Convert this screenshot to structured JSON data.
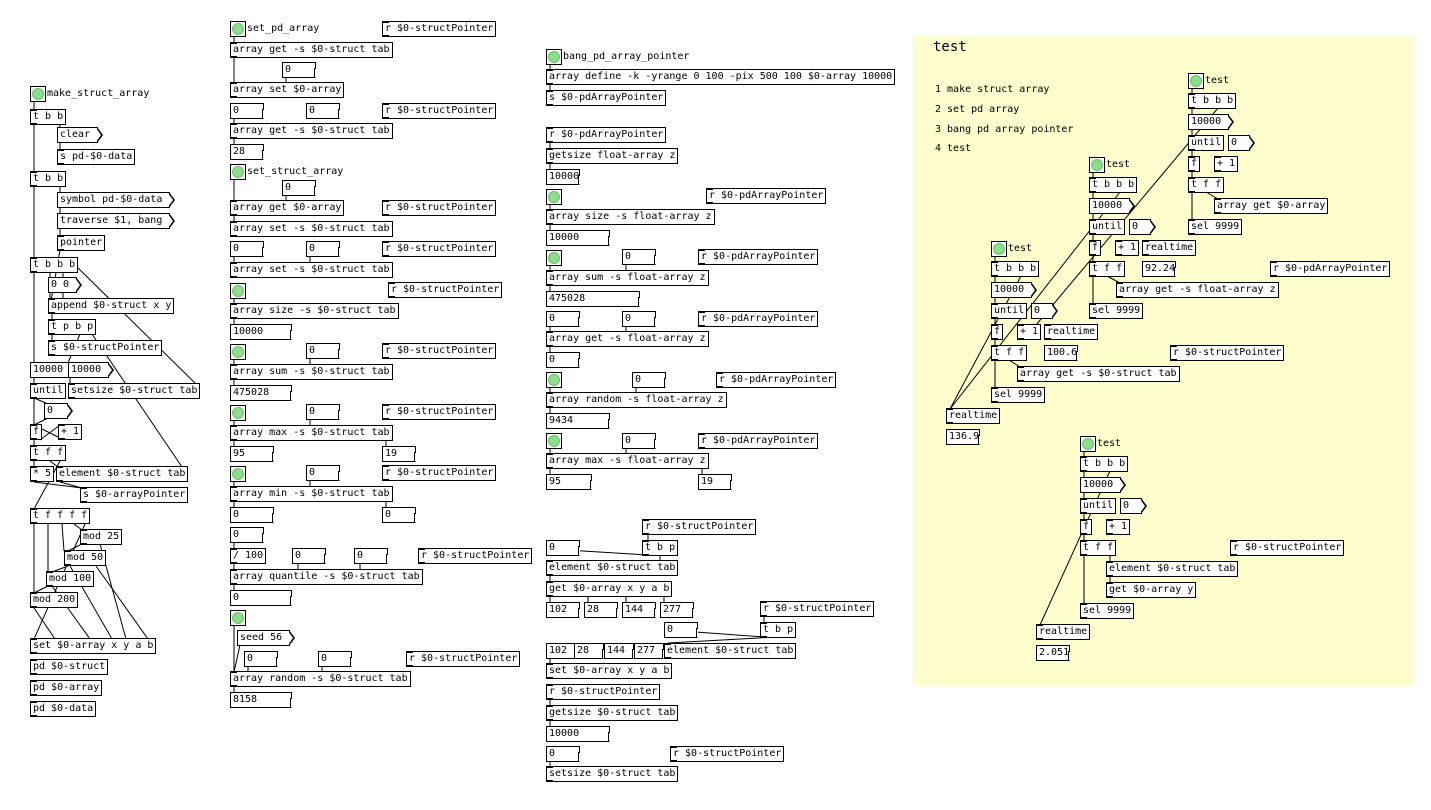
{
  "colors": {
    "canvas_bg": "#ffffff",
    "comment_bg": "#fdfdcd",
    "bang_fill": "#8fdc8f",
    "line": "#000000"
  },
  "labels": {
    "make_struct_array": "make_struct_array",
    "set_pd_array": "set_pd_array",
    "set_struct_array": "set_struct_array",
    "bang_pd_array_pointer": "bang_pd_array_pointer",
    "test": "test"
  },
  "comments": {
    "title": "test",
    "step1": "1 make struct array",
    "step2": "2 set pd array",
    "step3": "3 bang pd array pointer",
    "step4": "4 test"
  },
  "col1": {
    "t_bb_1": "t b b",
    "msg_clear": "clear",
    "s_data": "s pd-$0-data",
    "t_bb_2": "t b b",
    "msg_symbol": "symbol pd-$0-data",
    "msg_traverse": "traverse $1, bang",
    "pointer": "pointer",
    "t_bbb": "t b b b",
    "msg_00": "0 0",
    "append": "append $0-struct x y",
    "t_pbp": "t p b p",
    "s_structpointer": "s $0-structPointer",
    "msg_10000a": "10000",
    "msg_10000b": "10000",
    "until": "until",
    "setsize": "setsize $0-struct tab",
    "num_0": "0",
    "f": "f",
    "plus1": "+ 1",
    "t_ff": "t f f",
    "mul5": "* 5",
    "element": "element $0-struct tab",
    "s_arraypointer": "s $0-arrayPointer",
    "t_ffff": "t f f f f",
    "mod25": "mod 25",
    "mod50": "mod 50",
    "mod100": "mod 100",
    "mod200": "mod 200",
    "set_array": "set $0-array x y a b",
    "pd_struct": "pd $0-struct",
    "pd_array": "pd $0-array",
    "pd_data": "pd $0-data"
  },
  "col2": {
    "r_sp": "r $0-structPointer",
    "array_get_struct": "array get -s $0-struct tab",
    "num0": "0",
    "array_set_arr": "array set $0-array",
    "array_get_struct2": "array get -s $0-struct tab",
    "num28": "28",
    "array_get_arr": "array get $0-array",
    "array_set_struct": "array set -s $0-struct tab",
    "array_set_struct2": "array set -s $0-struct tab",
    "array_size": "array size -s $0-struct tab",
    "num10000": "10000",
    "array_sum": "array sum -s $0-struct tab",
    "num475028": "475028",
    "array_max": "array max -s $0-struct tab",
    "num95": "95",
    "num19": "19",
    "array_min": "array min -s $0-struct tab",
    "div100": "/ 100",
    "array_quantile": "array quantile -s $0-struct tab",
    "msg_seed": "seed 56",
    "array_random": "array random -s $0-struct tab",
    "num8158": "8158"
  },
  "col3": {
    "array_define": "array define -k -yrange 0 100 -pix 500 100 $0-array 10000",
    "s_pdap": "s $0-pdArrayPointer",
    "r_pdap": "r $0-pdArrayPointer",
    "getsize_float": "getsize float-array z",
    "num10000": "10000",
    "array_size_float": "array size -s float-array z",
    "array_sum_float": "array sum -s float-array z",
    "num475028": "475028",
    "array_get_float": "array get -s float-array z",
    "num0": "0",
    "array_random_float": "array random -s float-array z",
    "num9434": "9434",
    "array_max_float": "array max -s float-array z",
    "num95": "95",
    "num19": "19",
    "r_sp": "r $0-structPointer",
    "t_bp": "t b p",
    "element": "element $0-struct tab",
    "get_array": "get $0-array x y a b",
    "v102": "102",
    "v28": "28",
    "v144": "144",
    "v277": "277",
    "set_array": "set $0-array x y a b",
    "getsize_struct": "getsize $0-struct tab",
    "setsize_struct": "setsize $0-struct tab"
  },
  "test": {
    "t_bbbb": "t b b b",
    "msg_10000": "10000",
    "until": "until",
    "f": "f",
    "plus1": "+ 1",
    "t_ff": "t f f",
    "realtime": "realtime",
    "sel": "sel 9999",
    "num0": "0",
    "array_get_arr": "array get $0-array",
    "num_rt1": "92.24",
    "r_pdap": "r $0-pdArrayPointer",
    "array_get_float": "array get -s float-array z",
    "num_rt2": "100.6",
    "r_sp": "r $0-structPointer",
    "array_get_struct": "array get -s $0-struct tab",
    "num_rt3": "136.9",
    "element": "element $0-struct tab",
    "get_y": "get $0-array y",
    "num_rt4": "2.051"
  }
}
